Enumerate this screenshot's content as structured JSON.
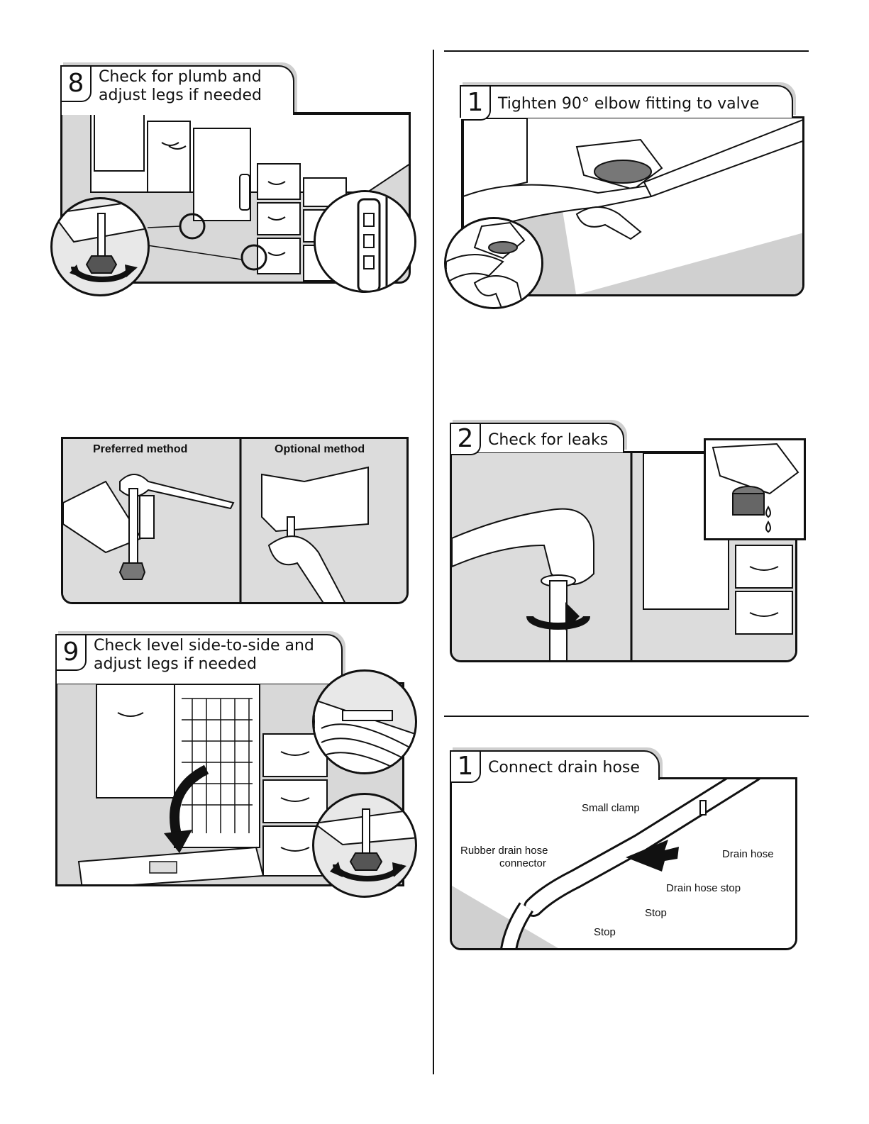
{
  "step8": {
    "number": "8",
    "title_line1": "Check for plumb and",
    "title_line2": "adjust legs if needed"
  },
  "methods": {
    "preferred": "Preferred method",
    "optional": "Optional method"
  },
  "step9": {
    "number": "9",
    "title_line1": "Check level side-to-side and",
    "title_line2": "adjust legs if needed"
  },
  "water_step1": {
    "number": "1",
    "title": "Tighten 90° elbow fitting to valve"
  },
  "water_step2": {
    "number": "2",
    "title": "Check for leaks"
  },
  "drain_step1": {
    "number": "1",
    "title": "Connect drain hose",
    "labels": {
      "small_clamp": "Small clamp",
      "rubber_connector_line1": "Rubber drain hose",
      "rubber_connector_line2": "connector",
      "drain_hose": "Drain hose",
      "drain_hose_stop": "Drain hose stop",
      "stop_right": "Stop",
      "stop_left": "Stop"
    }
  }
}
